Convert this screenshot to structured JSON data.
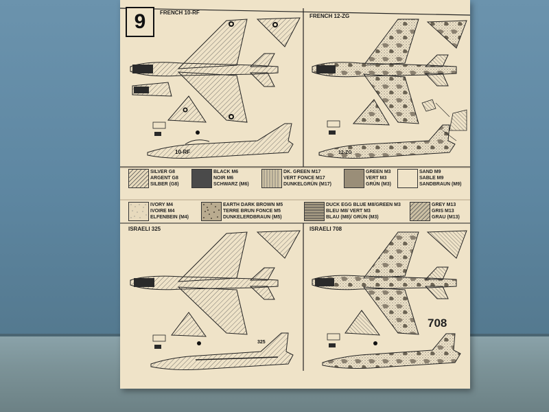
{
  "sheet": {
    "step_number": "9",
    "panels": {
      "top_left_title": "FRENCH 10-RF",
      "top_right_title": "FRENCH 12-ZG",
      "bottom_left_title": "ISRAELI 325",
      "bottom_right_title": "ISRAELI 708"
    },
    "markings": {
      "fr10": "10-RF",
      "fr12": "12-ZG",
      "is325": "325",
      "is708": "708"
    },
    "colors": [
      {
        "l1": "SILVER G8",
        "l2": "ARGENT G8",
        "l3": "SILBER (G8)",
        "fill": "#e8dbbd",
        "pattern": "diag"
      },
      {
        "l1": "BLACK M6",
        "l2": "NOIR M6",
        "l3": "SCHWARZ (M6)",
        "fill": "#4a4a4a",
        "pattern": "solid"
      },
      {
        "l1": "DK. GREEN M17",
        "l2": "VERT FONCE M17",
        "l3": "DUNKELGRÜN (M17)",
        "fill": "#cfc3a6",
        "pattern": "vert"
      },
      {
        "l1": "GREEN M3",
        "l2": "VERT M3",
        "l3": "GRÜN (M3)",
        "fill": "#9a8e78",
        "pattern": "solid"
      },
      {
        "l1": "SAND M9",
        "l2": "SABLE M9",
        "l3": "SANDBRAUN (M9)",
        "fill": "#efe3c8",
        "pattern": "none"
      },
      {
        "l1": "IVORY M4",
        "l2": "IVOIRE M4",
        "l3": "ELFENBEIN (M4)",
        "fill": "#e7dabd",
        "pattern": "dots"
      },
      {
        "l1": "EARTH DARK BROWN M5",
        "l2": "TERRE BRUN FONCE M5",
        "l3": "DUNKELERDBRAUN (M5)",
        "fill": "#b9ab8f",
        "pattern": "dots"
      },
      {
        "l1": "DUCK EGG BLUE M8/GREEN M3",
        "l2": "BLEU M8/ VERT M3",
        "l3": "BLAU (M8)/ GRÜN (M3)",
        "fill": "#a79c84",
        "pattern": "horiz"
      },
      {
        "l1": "GREY M13",
        "l2": "GRIS M13",
        "l3": "GRAU (M13)",
        "fill": "#cbbfa3",
        "pattern": "diag"
      }
    ]
  }
}
